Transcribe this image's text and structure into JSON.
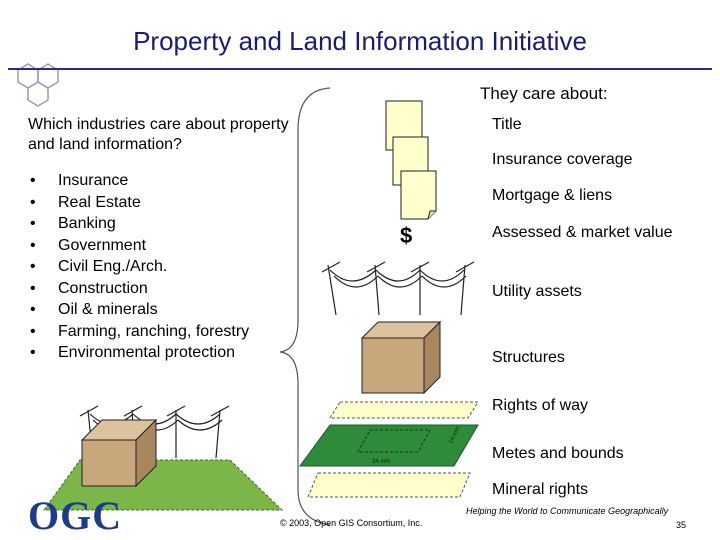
{
  "title": "Property and Land Information Initiative",
  "question": "Which industries care about property and land information?",
  "industries": [
    "Insurance",
    "Real Estate",
    "Banking",
    "Government",
    "Civil Eng./Arch.",
    "Construction",
    "Oil & minerals",
    "Farming, ranching, forestry",
    "Environmental protection"
  ],
  "care_heading": "They care about:",
  "care_items": [
    "Title",
    "Insurance coverage",
    "Mortgage & liens",
    "Assessed & market value",
    "Utility assets",
    "Structures",
    "Rights of way",
    "Metes and bounds",
    "Mineral rights"
  ],
  "dollar_symbol": "$",
  "parcel_labels": {
    "bottom": "34 mm",
    "side": "14 mm"
  },
  "logo_text": "OGC",
  "tagline": "Helping the World to Communicate Geographically",
  "copyright": "© 2003, Open GIS Consortium, Inc.",
  "page_number": "35",
  "colors": {
    "title": "#1a1a78",
    "land_green": "#7ab648",
    "parcel_green": "#2e8b3a",
    "house": "#c9a77c",
    "doc": "#ffffcc",
    "rights_yellow": "#ffffcc"
  }
}
